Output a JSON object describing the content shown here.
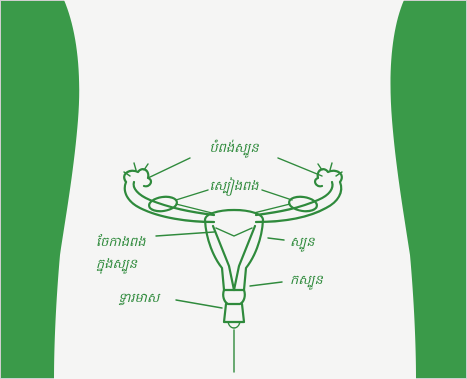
{
  "colors": {
    "border": "#3a9a49",
    "body_fill": "#f5f5f4",
    "line": "#2f8a3c"
  },
  "labels": {
    "top": "បំពង់ស្បូន",
    "ovary": "ស្បៀងពង",
    "left_upper": "ចែកាងពង",
    "left_lower": "ក្នុងស្បូន",
    "bottom_left": "ទ្វារមាស",
    "right_upper": "ស្បូន",
    "right_lower": "កស្បូន"
  }
}
